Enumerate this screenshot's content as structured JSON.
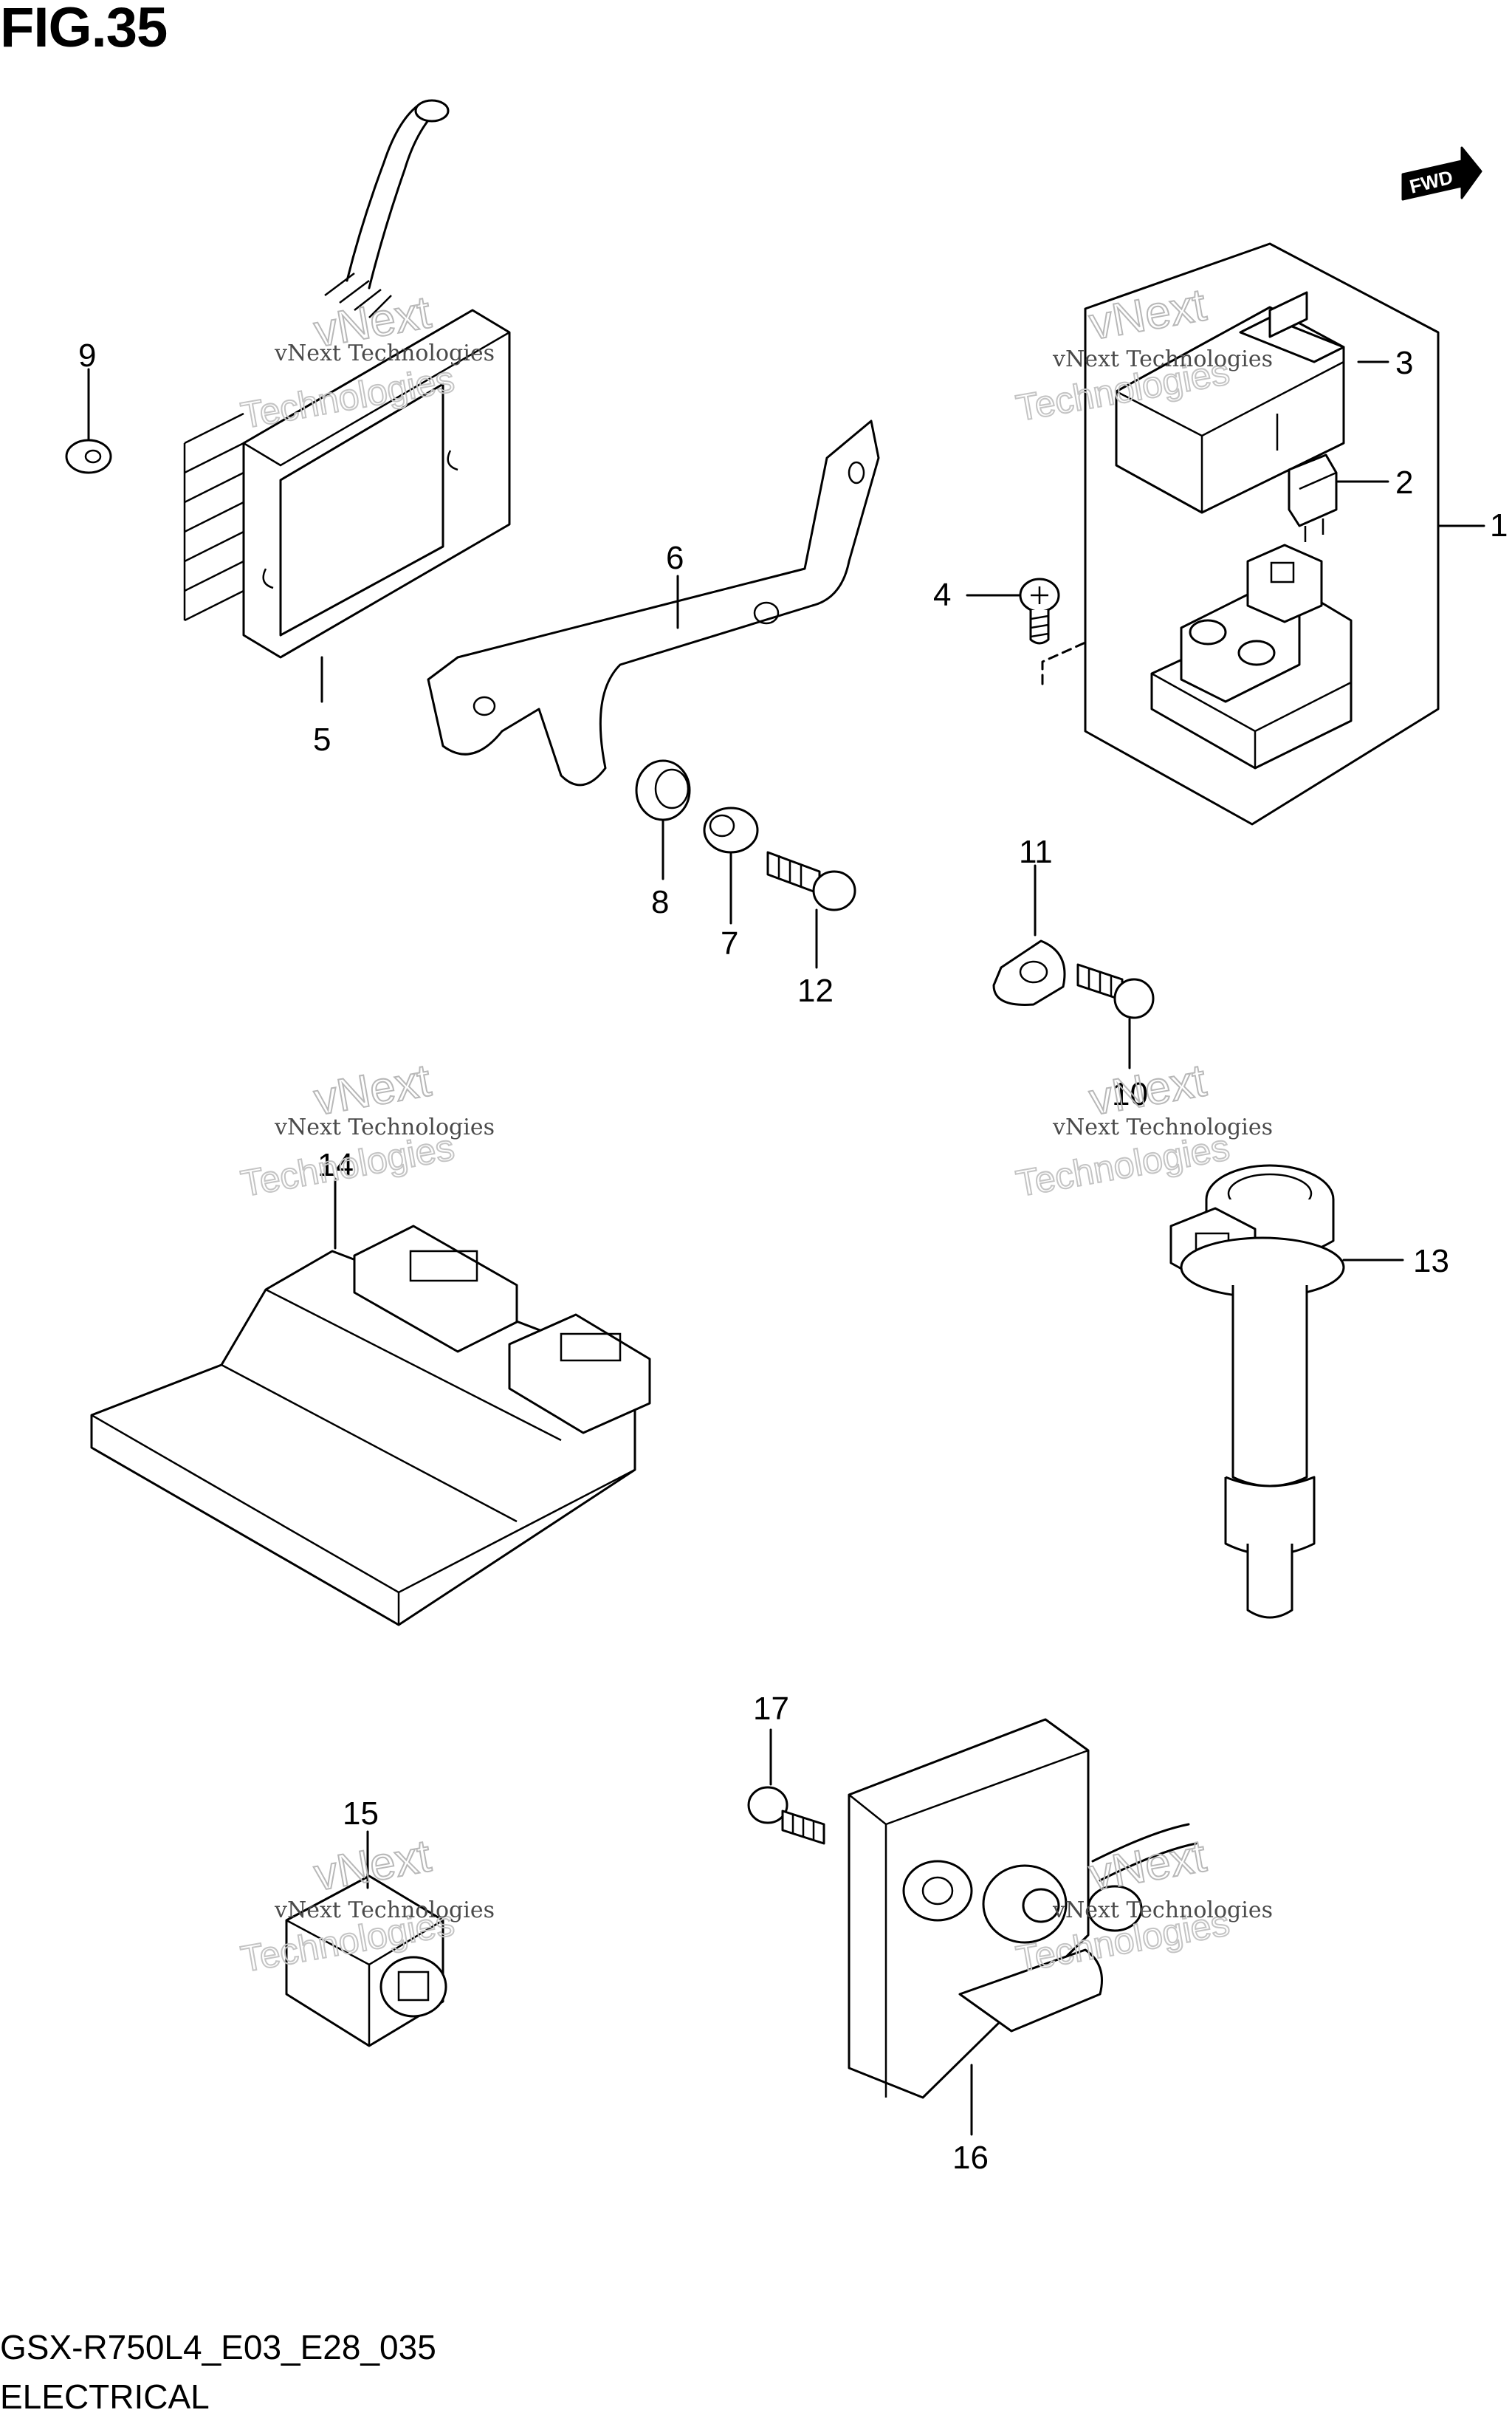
{
  "figure": {
    "title": "FIG.35",
    "code": "GSX-R750L4_E03_E28_035",
    "name": "ELECTRICAL"
  },
  "fwd_badge": "FWD",
  "watermark": {
    "line1": "vNext Technologies",
    "line2": "vNext",
    "line3": "Technologies"
  },
  "callouts": [
    {
      "id": "1",
      "label": "1"
    },
    {
      "id": "2",
      "label": "2"
    },
    {
      "id": "3",
      "label": "3"
    },
    {
      "id": "4",
      "label": "4"
    },
    {
      "id": "5",
      "label": "5"
    },
    {
      "id": "6",
      "label": "6"
    },
    {
      "id": "7",
      "label": "7"
    },
    {
      "id": "8",
      "label": "8"
    },
    {
      "id": "9",
      "label": "9"
    },
    {
      "id": "10",
      "label": "10"
    },
    {
      "id": "11",
      "label": "11"
    },
    {
      "id": "12",
      "label": "12"
    },
    {
      "id": "13",
      "label": "13"
    },
    {
      "id": "14",
      "label": "14"
    },
    {
      "id": "15",
      "label": "15"
    },
    {
      "id": "16",
      "label": "16"
    },
    {
      "id": "17",
      "label": "17"
    }
  ]
}
